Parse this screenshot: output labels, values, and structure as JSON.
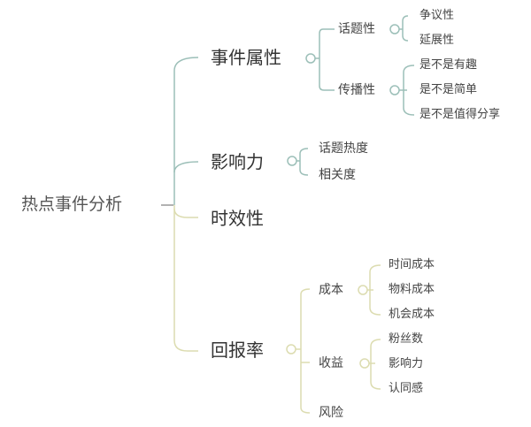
{
  "root": {
    "label": "热点事件分析"
  },
  "colors": {
    "teal": "#8fb8b0",
    "yellow": "#d9d9a0",
    "gray": "#b0b0b0"
  },
  "branches": [
    {
      "label": "事件属性",
      "children": [
        {
          "label": "话题性",
          "children": [
            "争议性",
            "延展性"
          ]
        },
        {
          "label": "传播性",
          "children": [
            "是不是有趣",
            "是不是简单",
            "是不是值得分享"
          ]
        }
      ]
    },
    {
      "label": "影响力",
      "children": [
        {
          "label": "话题热度"
        },
        {
          "label": "相关度"
        }
      ]
    },
    {
      "label": "时效性"
    },
    {
      "label": "回报率",
      "children": [
        {
          "label": "成本",
          "children": [
            "时间成本",
            "物料成本",
            "机会成本"
          ]
        },
        {
          "label": "收益",
          "children": [
            "粉丝数",
            "影响力",
            "认同感"
          ]
        },
        {
          "label": "风险"
        }
      ]
    }
  ]
}
